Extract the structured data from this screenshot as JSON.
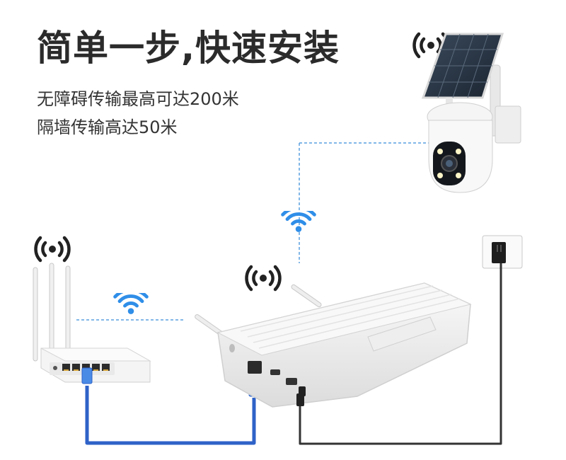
{
  "headline": "简单一步,快速安装",
  "features": [
    "无障碍传输最高可达200米",
    "隔墙传输高达50米"
  ],
  "colors": {
    "heading_text": "#2b2b2b",
    "wifi_signal": "#2f8ee8",
    "network_cable": "#2e62c8",
    "power_cable": "#333333",
    "wireless_link": "#5aa0e0"
  },
  "icons": [
    "broadcast-signal-icon",
    "wifi-icon",
    "router-device",
    "nvr-recorder-device",
    "solar-camera-device",
    "power-outlet-device"
  ]
}
